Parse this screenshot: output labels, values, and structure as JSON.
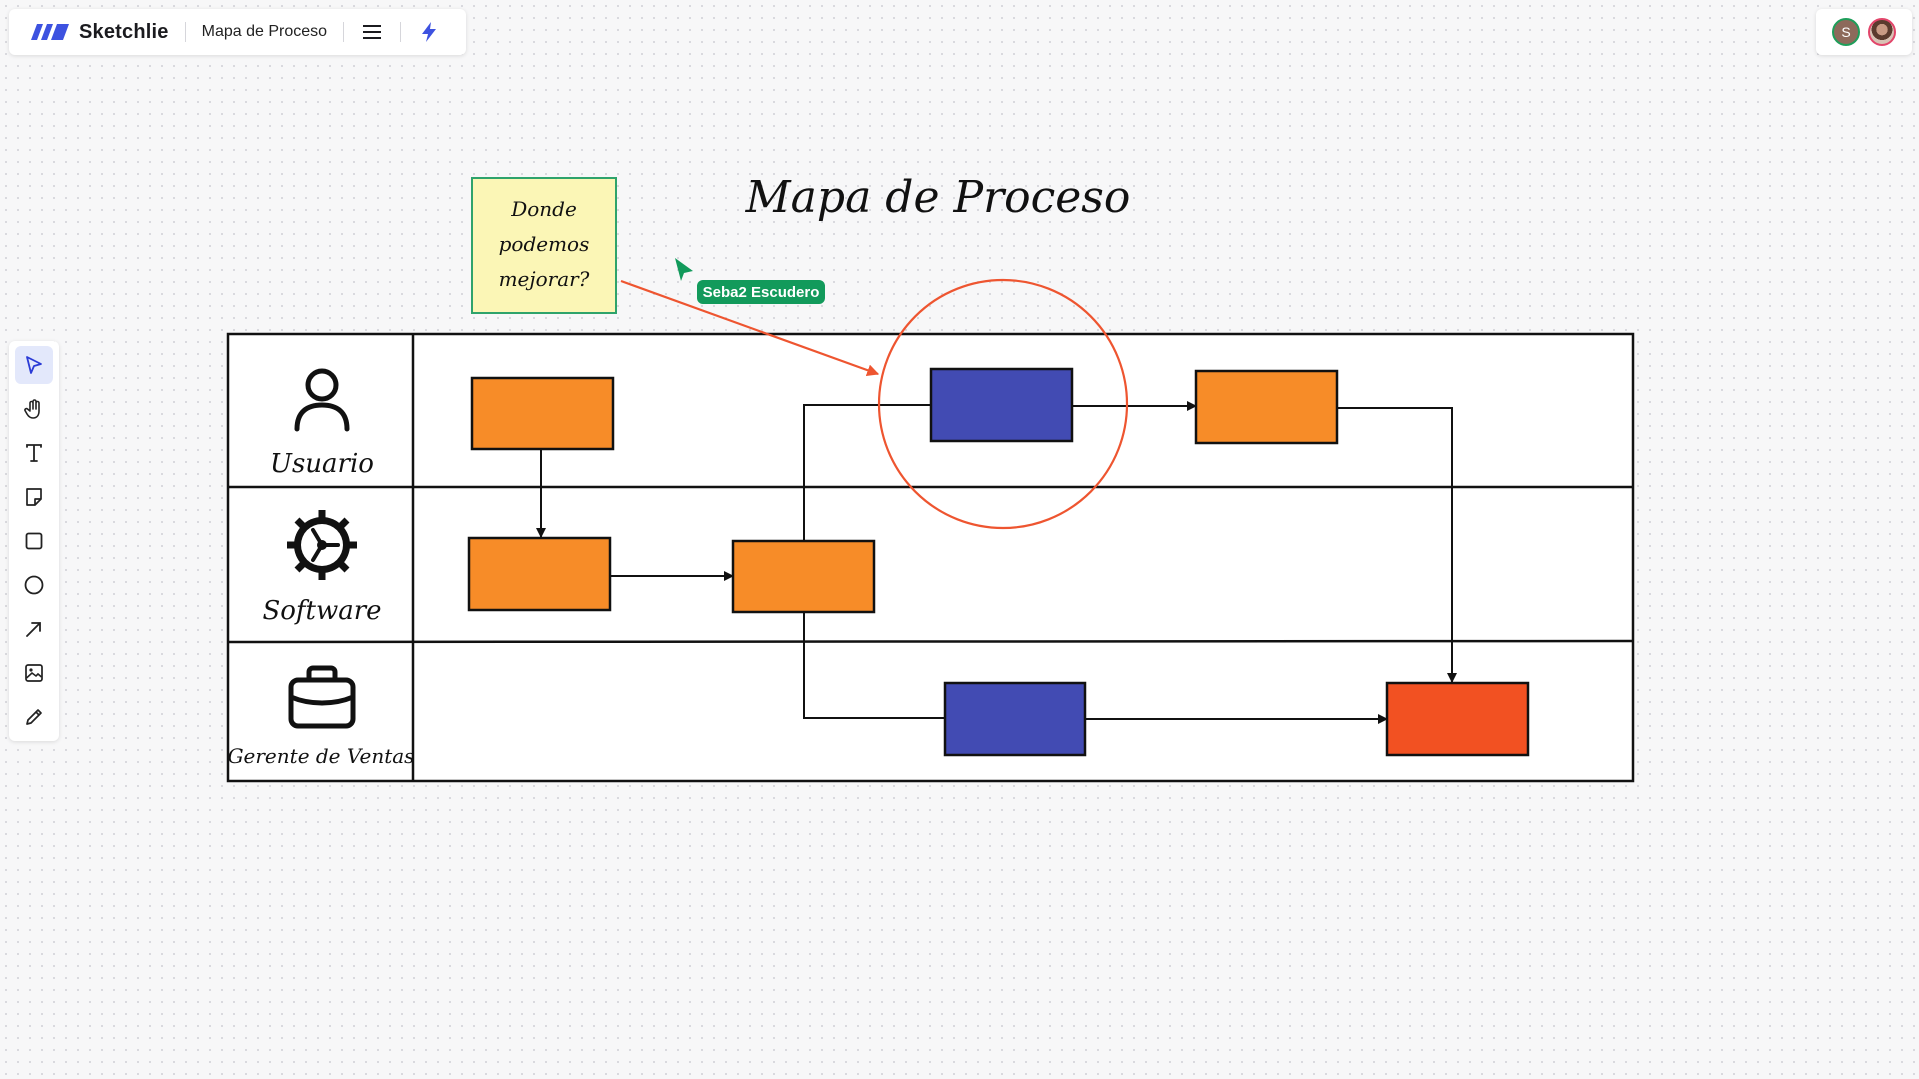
{
  "app": {
    "name": "Sketchlie",
    "document": "Mapa de Proceso"
  },
  "toolbar": {
    "menu_icon": "menu-icon",
    "ai_icon": "lightning-icon",
    "tools": [
      "select-tool",
      "hand-tool",
      "text-tool",
      "sticky-note-tool",
      "rectangle-tool",
      "ellipse-tool",
      "arrow-tool",
      "image-tool",
      "pencil-tool"
    ],
    "active_tool": "select-tool"
  },
  "users": {
    "avatar_initial": "S"
  },
  "board": {
    "title": "Mapa de Proceso",
    "sticky_note": {
      "lines": [
        "Donde",
        "podemos",
        "mejorar?"
      ],
      "color": "#fbf6b6",
      "border": "#2ea36b"
    },
    "cursor": {
      "user_label": "Seba2 Escudero",
      "color": "#129a5b"
    },
    "lanes": [
      {
        "label": "Usuario",
        "icon": "user-icon"
      },
      {
        "label": "Software",
        "icon": "gear-icon"
      },
      {
        "label": "Gerente de Ventas",
        "icon": "briefcase-icon"
      }
    ],
    "colors": {
      "orange": "#f78c28",
      "blue": "#424bb3",
      "red": "#f25122",
      "highlight": "#ee5530"
    }
  }
}
